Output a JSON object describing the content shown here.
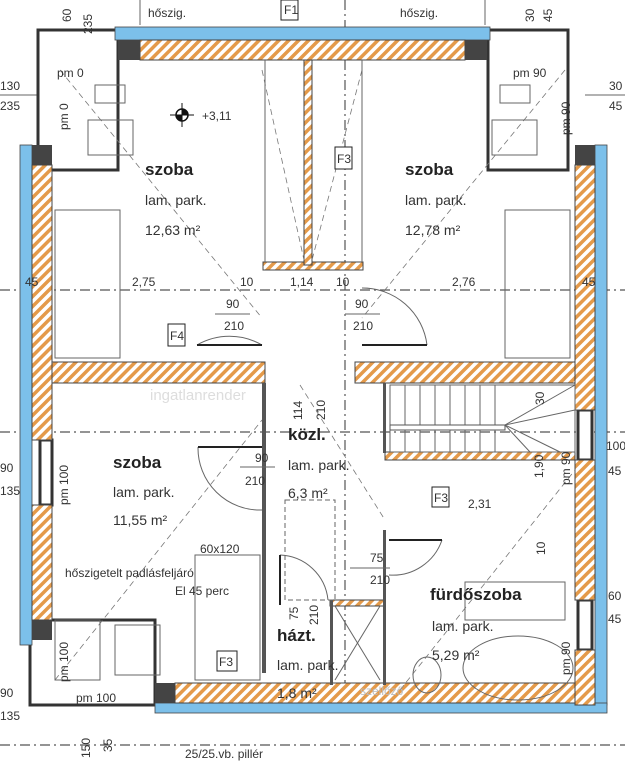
{
  "title": "Emeleti alaprajz",
  "colors": {
    "wall_hatch": "#e49a4a",
    "insulation": "#7cc0ea",
    "line": "#333333"
  },
  "labels": {
    "insul_left": "hőszig.",
    "insul_right": "hőszig.",
    "tag_f1": "F1",
    "tag_f3_top": "F3",
    "tag_f4": "F4",
    "tag_f3_stairs": "F3",
    "tag_f3_bottom": "F3",
    "elevation": "+3,11",
    "watermark": "ingatlanrender",
    "vent": "szellőző",
    "pillar": "25/25.vb. pillér",
    "hatch_size": "60x120",
    "hatch_name": "hőszigetelt padlásfeljáró",
    "hatch_fire": "El 45 perc"
  },
  "rooms": [
    {
      "name": "szoba",
      "floor": "lam. park.",
      "area": "12,63 m²"
    },
    {
      "name": "szoba",
      "floor": "lam. park.",
      "area": "12,78 m²"
    },
    {
      "name": "közl.",
      "floor": "lam. park.",
      "area": "6,3 m²"
    },
    {
      "name": "szoba",
      "floor": "lam. park.",
      "area": "11,55 m²"
    },
    {
      "name": "fürdőszoba",
      "floor": "lam. park.",
      "area": "5,29 m²"
    },
    {
      "name": "házt.",
      "floor": "lam. park.",
      "area": "1,8 m²"
    }
  ],
  "dimensions": {
    "row": [
      "45",
      "2,75",
      "10",
      "1,14",
      "10",
      "2,76",
      "45"
    ],
    "top_left": [
      "60",
      "235"
    ],
    "top_right": [
      "30",
      "45"
    ],
    "left_top": [
      "130",
      "235"
    ],
    "right_top": [
      "30",
      "45"
    ],
    "left_mid": [
      "90",
      "135"
    ],
    "right_mid": [
      "100",
      "45"
    ],
    "left_bottom": [
      "90",
      "135"
    ],
    "right_bottom": [
      "60",
      "45"
    ],
    "bottom": [
      "150",
      "35"
    ],
    "corridor": [
      "114",
      "210"
    ],
    "stairs_run": "2,31",
    "stairs_height": "1,90",
    "stairs_30": "30",
    "bath_wall": "10",
    "pantry_door": [
      "75",
      "210"
    ]
  },
  "doors": [
    {
      "w": "90",
      "h": "210"
    },
    {
      "w": "90",
      "h": "210"
    },
    {
      "w": "90",
      "h": "210"
    },
    {
      "w": "75",
      "h": "210"
    }
  ],
  "parapets": [
    "pm 0",
    "pm 0",
    "pm 90",
    "pm 90",
    "pm 100",
    "pm 90",
    "pm 90",
    "pm 100",
    "pm 100"
  ]
}
